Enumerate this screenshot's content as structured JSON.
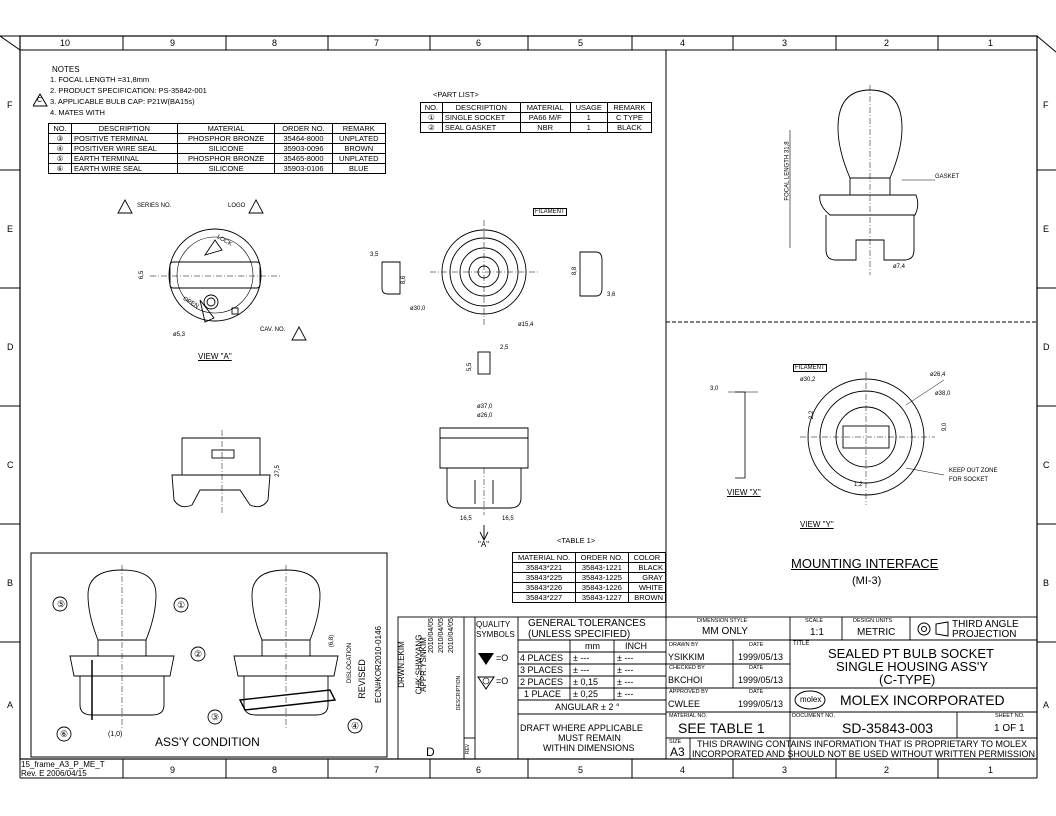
{
  "zones": {
    "columns": [
      "10",
      "9",
      "8",
      "7",
      "6",
      "5",
      "4",
      "3",
      "2",
      "1"
    ],
    "rows": [
      "F",
      "E",
      "D",
      "C",
      "B",
      "A"
    ]
  },
  "notes": {
    "heading": "NOTES",
    "lines": [
      "1. FOCAL LENGTH =31,8mm",
      "2. PRODUCT SPECIFICATION: PS-35842-001",
      "3. APPLICABLE BULB CAP: P21W(BA15s)",
      "4. MATES WITH"
    ],
    "note3_marker": "C"
  },
  "mates_table": {
    "headers": [
      "NO.",
      "DESCRIPTION",
      "MATERIAL",
      "ORDER NO.",
      "REMARK"
    ],
    "rows": [
      [
        "③",
        "POSITIVE TERMINAL",
        "PHOSPHOR BRONZE",
        "35464-8000",
        "UNPLATED"
      ],
      [
        "④",
        "POSITIVER WIRE SEAL",
        "SILICONE",
        "35903-0096",
        "BROWN"
      ],
      [
        "⑤",
        "EARTH TERMINAL",
        "PHOSPHOR BRONZE",
        "35465-8000",
        "UNPLATED"
      ],
      [
        "⑥",
        "EARTH WIRE SEAL",
        "SILICONE",
        "35903-0106",
        "BLUE"
      ]
    ]
  },
  "part_list": {
    "title": "<PART LIST>",
    "headers": [
      "NO.",
      "DESCRIPTION",
      "MATERIAL",
      "USAGE",
      "REMARK"
    ],
    "rows": [
      [
        "①",
        "SINGLE SOCKET",
        "PA66 M/F",
        "1",
        "C TYPE"
      ],
      [
        "②",
        "SEAL GASKET",
        "NBR",
        "1",
        "BLACK"
      ]
    ]
  },
  "table1": {
    "title": "<TABLE 1>",
    "headers": [
      "MATERIAL NO.",
      "ORDER NO.",
      "COLOR"
    ],
    "rows": [
      [
        "35843*221",
        "35843-1221",
        "BLACK"
      ],
      [
        "35843*225",
        "35843-1225",
        "GRAY"
      ],
      [
        "35843*226",
        "35843-1226",
        "WHITE"
      ],
      [
        "35843*227",
        "35843-1227",
        "BROWN"
      ]
    ]
  },
  "views": {
    "view_a": "VIEW \"A\"",
    "view_x": "VIEW \"X\"",
    "view_y": "VIEW \"Y\"",
    "arrow_a": "\"A\"",
    "series_no": "SERIES NO.",
    "logo": "LOGO",
    "cav_no": "CAV. NO.",
    "lock": "LOCK",
    "open": "OPEN",
    "filament": "FILAMENT",
    "gasket": "GASKET",
    "focal_length": "FOCAL LENGTH 31,8",
    "keep_out": [
      "KEEP OUT ZONE",
      "FOR SOCKET"
    ],
    "assy_condition": "ASS'Y CONDITION",
    "dislocation": "DISLOCATION"
  },
  "dims": {
    "d_5_3": "ø5,3",
    "d_30": "ø30,0",
    "d_15_4": "ø15,4",
    "d_7_4": "ø7,4",
    "d_37": "ø37,0",
    "d_26": "ø26,0",
    "d_30_2": "ø30,2",
    "d_26_4": "ø26,4",
    "d_38": "ø38,0",
    "v_3_5": "3,5",
    "v_8_6": "8,6",
    "v_6_5": "6,5",
    "v_8_8": "8,8",
    "v_3_6": "3,6",
    "v_2_5": "2,5",
    "v_5_5": "5,5",
    "v_27_5": "27,5",
    "v_16_5": "16,5",
    "v_6_8": "(6,8)",
    "v_1_0": "(1,0)",
    "v_3_0": "3,0",
    "v_9_0": "9,0",
    "v_2_2": "2,2",
    "v_1_2": "1,2"
  },
  "mounting": {
    "title": "MOUNTING INTERFACE",
    "subtitle": "(MI-3)"
  },
  "revision_block": {
    "lines": [
      "REVISED",
      "ECN#KOR2010-0146",
      "DRWN:EKIM",
      "CHK:SHWYANG",
      "APPR:YSNKIM"
    ],
    "dates": [
      "2010/04/05",
      "2010/04/05",
      "2010/04/05"
    ],
    "description_label": "DESCRIPTION",
    "rev_letter": "D",
    "rev_label": "REV"
  },
  "quality": {
    "label": "QUALITY SYMBOLS",
    "sym1": "=O",
    "sym2": "=O"
  },
  "tolerances": {
    "title": "GENERAL TOLERANCES",
    "subtitle": "(UNLESS SPECIFIED)",
    "col_mm": "mm",
    "col_inch": "INCH",
    "rows": [
      [
        "4 PLACES",
        "± ---",
        "± ---"
      ],
      [
        "3 PLACES",
        "± ---",
        "± ---"
      ],
      [
        "2 PLACES",
        "± 0,15",
        "± ---"
      ],
      [
        "1 PLACE",
        "± 0,25",
        "± ---"
      ]
    ],
    "angular": "ANGULAR ± 2 °",
    "draft": [
      "DRAFT WHERE APPLICABLE",
      "MUST REMAIN",
      "WITHIN DIMENSIONS"
    ]
  },
  "title_block": {
    "dimension_style_label": "DIMENSION STYLE",
    "dimension_style": "MM ONLY",
    "scale_label": "SCALE",
    "scale": "1:1",
    "design_units_label": "DESIGN UNITS",
    "design_units": "METRIC",
    "projection": [
      "THIRD ANGLE",
      "PROJECTION"
    ],
    "drawn_by_label": "DRAWN BY",
    "drawn_by": "YSIKKIM",
    "checked_by_label": "CHECKED BY",
    "checked_by": "BKCHOI",
    "approved_by_label": "APPROVED BY",
    "approved_by": "CWLEE",
    "date_label": "DATE",
    "date": "1999/05/13",
    "title_label": "TITLE",
    "title_lines": [
      "SEALED PT BULB SOCKET",
      "SINGLE HOUSING ASS'Y",
      "(C-TYPE)"
    ],
    "company_logo": "molex",
    "company": "MOLEX INCORPORATED",
    "material_no_label": "MATERIAL NO.",
    "material_no": "SEE TABLE 1",
    "document_no_label": "DOCUMENT NO.",
    "document_no": "SD-35843-003",
    "sheet_no_label": "SHEET NO.",
    "sheet_no": "1 OF 1",
    "size_label": "SIZE",
    "size": "A3",
    "proprietary": [
      "THIS DRAWING CONTAINS INFORMATION THAT IS PROPRIETARY TO MOLEX",
      "INCORPORATED AND SHOULD NOT BE USED WITHOUT WRITTEN PERMISSION"
    ]
  },
  "frame_info": {
    "frame_name": "15_frame_A3_P_ME_T",
    "rev": "Rev. E 2006/04/15"
  }
}
